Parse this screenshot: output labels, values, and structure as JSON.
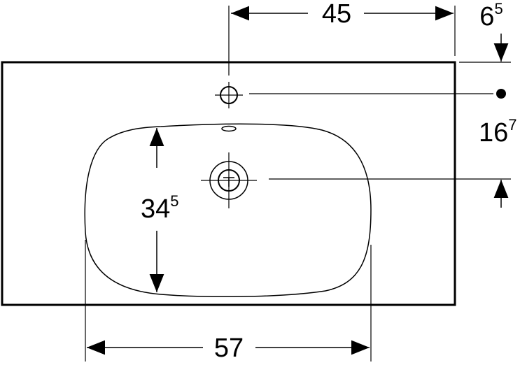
{
  "dimensions": {
    "top_width": {
      "main": "45",
      "sup": ""
    },
    "top_offset": {
      "main": "6",
      "sup": "5"
    },
    "right_offset": {
      "main": "16",
      "sup": "7"
    },
    "basin_depth": {
      "main": "34",
      "sup": "5"
    },
    "basin_width": {
      "main": "57",
      "sup": ""
    }
  },
  "colors": {
    "line": "#000000",
    "background": "#ffffff"
  }
}
